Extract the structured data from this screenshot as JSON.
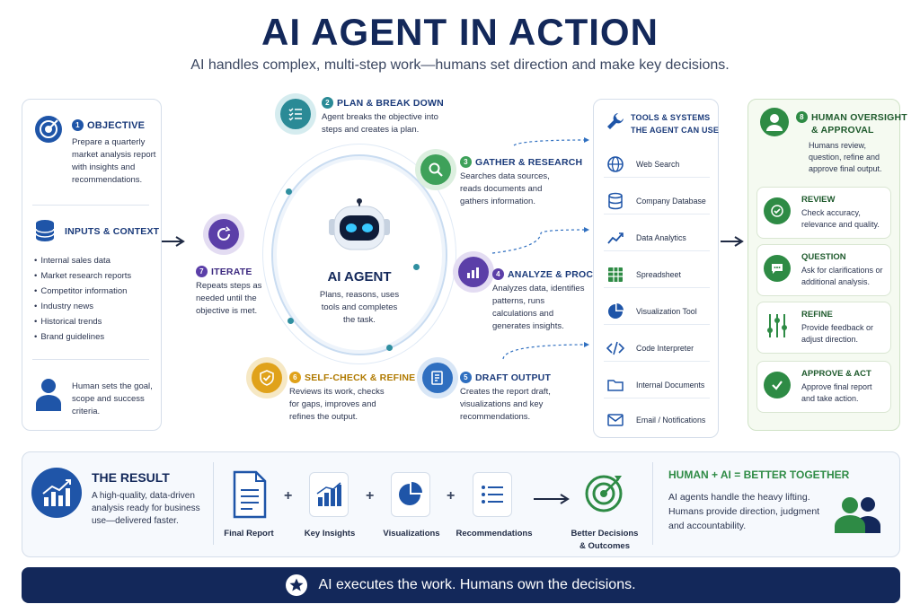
{
  "header": {
    "title": "AI AGENT IN ACTION",
    "subtitle": "AI handles complex, multi-step work—humans set direction and make key decisions."
  },
  "objective": {
    "number": "1",
    "title": "OBJECTIVE",
    "text": "Prepare a quarterly market analysis report with insights and recommendations."
  },
  "inputs": {
    "title": "INPUTS & CONTEXT",
    "items": [
      "Internal sales data",
      "Market research reports",
      "Competitor information",
      "Industry news",
      "Historical trends",
      "Brand guidelines"
    ]
  },
  "human_sets": {
    "text": "Human sets the goal, scope and success criteria."
  },
  "agent": {
    "name": "AI AGENT",
    "text": "Plans, reasons, uses tools and completes the task."
  },
  "steps": [
    {
      "number": "2",
      "title": "PLAN & BREAK DOWN",
      "text": "Agent breaks the objective into steps and creates ia plan.",
      "color": "#2a8a96"
    },
    {
      "number": "3",
      "title": "GATHER & RESEARCH",
      "text": "Searches data sources, reads documents and gathers information.",
      "color": "#3ea15a"
    },
    {
      "number": "4",
      "title": "ANALYZE & PROCESS",
      "text": "Analyzes data, identifies patterns, runs calculations and generates insights.",
      "color": "#5b3fa8"
    },
    {
      "number": "5",
      "title": "DRAFT OUTPUT",
      "text": "Creates the report draft, visualizations and key recommendations.",
      "color": "#2f6fc0"
    },
    {
      "number": "6",
      "title": "SELF-CHECK & REFINE",
      "text": "Reviews its work, checks for gaps, improves and refines the output.",
      "color": "#e0a21a"
    },
    {
      "number": "7",
      "title": "ITERATE",
      "text": "Repeats steps as needed until the objective is met.",
      "color": "#5b3fa8"
    }
  ],
  "tools": {
    "title_line1": "TOOLS & SYSTEMS",
    "title_line2": "THE AGENT CAN USE",
    "items": [
      "Web Search",
      "Company Database",
      "Data Analytics",
      "Spreadsheet",
      "Visualization Tool",
      "Code Interpreter",
      "Internal Documents",
      "Email / Notifications"
    ]
  },
  "oversight": {
    "number": "8",
    "title_line1": "HUMAN OVERSIGHT",
    "title_line2": "& APPROVAL",
    "text": "Humans review, question, refine and approve final output.",
    "cards": [
      {
        "title": "REVIEW",
        "text": "Check accuracy, relevance and quality."
      },
      {
        "title": "QUESTION",
        "text": "Ask for clarifications or additional analysis."
      },
      {
        "title": "REFINE",
        "text": "Provide feedback or adjust direction."
      },
      {
        "title": "APPROVE & ACT",
        "text": "Approve final report and take action."
      }
    ]
  },
  "result": {
    "title": "THE RESULT",
    "text": "A high-quality, data-driven analysis ready for business use—delivered faster.",
    "items": [
      "Final Report",
      "Key Insights",
      "Visualizations",
      "Recommendations"
    ],
    "outcome_line1": "Better Decisions",
    "outcome_line2": "& Outcomes"
  },
  "together": {
    "title": "HUMAN + AI = BETTER TOGETHER",
    "text": "AI agents handle the heavy lifting. Humans provide direction, judgment and accountability."
  },
  "footer": {
    "text": "AI executes the work. Humans own the decisions."
  },
  "colors": {
    "navy": "#13285a",
    "green": "#2e8b45",
    "blue": "#1f55a8"
  }
}
